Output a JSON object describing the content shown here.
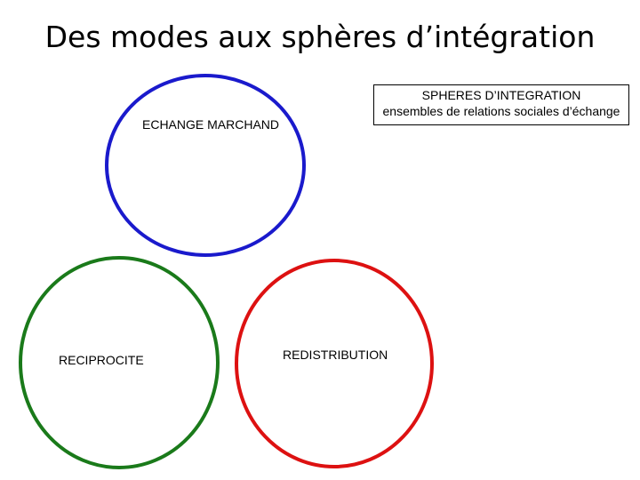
{
  "slide": {
    "title": "Des modes aux sphères d’intégration"
  },
  "legend": {
    "title": "SPHERES D’INTEGRATION",
    "subtitle": "ensembles de relations sociales d’échange"
  },
  "spheres": [
    {
      "id": "echange",
      "label": "ECHANGE MARCHAND",
      "color": "#1a1acc"
    },
    {
      "id": "reciprocite",
      "label": "RECIPROCITE",
      "color": "#1a7a1a"
    },
    {
      "id": "redistribution",
      "label": "REDISTRIBUTION",
      "color": "#dd1111"
    }
  ]
}
